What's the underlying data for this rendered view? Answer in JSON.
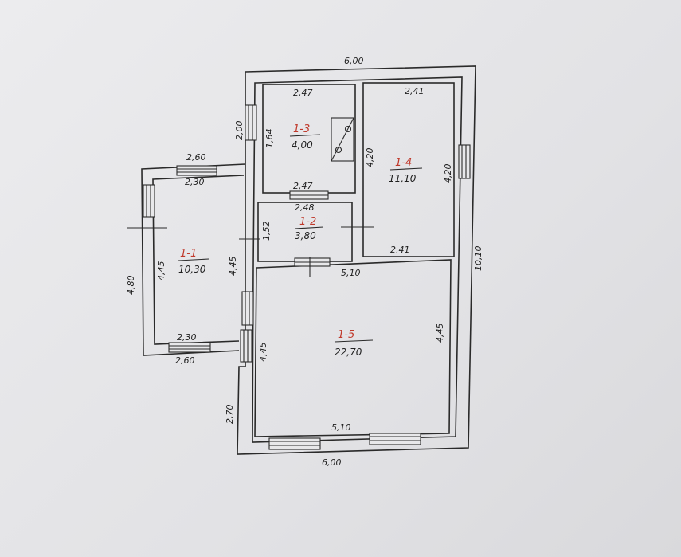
{
  "plan": {
    "outer": {
      "top": "6,00",
      "bottom": "6,00",
      "right": "10,10",
      "left_top": "2,00",
      "left_bottom": "2,70"
    },
    "annex": {
      "top_outer": "2,60",
      "top_inner": "2,30",
      "left_outer": "4,80",
      "left_inner": "4,45",
      "right_inner": "4,45",
      "bottom_inner": "2,30",
      "bottom_outer": "2,60"
    },
    "rooms": {
      "r1": {
        "id": "1-1",
        "area": "10,30"
      },
      "r2": {
        "id": "1-2",
        "area": "3,80"
      },
      "r3": {
        "id": "1-3",
        "area": "4,00"
      },
      "r4": {
        "id": "1-4",
        "area": "11,10"
      },
      "r5": {
        "id": "1-5",
        "area": "22,70"
      }
    },
    "dims": {
      "r3_top": "2,47",
      "r3_left": "1,64",
      "r3_bottom": "2,47",
      "r2_top": "2,48",
      "r2_left": "1,52",
      "r4_top": "2,41",
      "r4_bottom": "2,41",
      "r4_left": "4,20",
      "r4_right": "4,20",
      "r5_top": "5,10",
      "r5_bottom": "5,10",
      "r5_left": "4,45",
      "r5_right": "4,45"
    }
  }
}
